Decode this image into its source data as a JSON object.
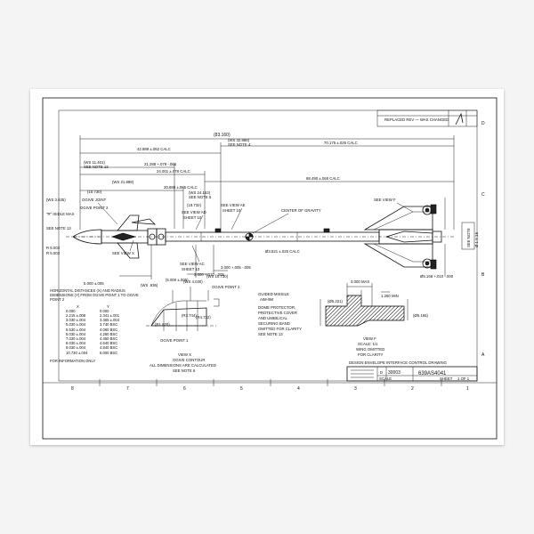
{
  "drawing": {
    "title": "DESIGN ENVELOPE INTERFACE CONTROL DRAWING",
    "number": "639AS4041",
    "cage": "30003",
    "size": "D",
    "scale_label": "SCALE",
    "sheet_label": "SHEET",
    "sheet_value": "1 OF 1",
    "revision_note": "REPLACED REV — WAS CHANGED",
    "border_numbers": [
      "8",
      "7",
      "6",
      "5",
      "4",
      "3",
      "2",
      "1"
    ],
    "border_letters": [
      "D",
      "C",
      "B",
      "A"
    ]
  },
  "dimensions": {
    "d1": "(83.160)",
    "d2": "42.889 ±.062 CALC",
    "d3": "(WS 42.889)",
    "d3b": "SEE NOTE 4",
    "d4": "70.175 ±.025 CALC",
    "d5": "(WS 11.401)",
    "d5b": "SEE NOTE 12",
    "d6": "21.288 +.078 -.065",
    "d7": "24.001 ±.078 CALC",
    "d8": "68.490 ±.068 CALC",
    "d9": "(WS 21.888)",
    "d10": "20.888 ±.065 CALC",
    "d11": "(WS 24.153)",
    "d11b": "SEE NOTE 5",
    "d12": "(10.730)",
    "d13": "(18.732)",
    "d14": "5.000 ±.005",
    "d15": "(5.000 ±.005)",
    "d16": "2.000 +.010 -.005",
    "d17": "3.000 +.005 -.005",
    "d18": "Ø3.521 ±.025 CALC",
    "d19": "Ø5.168 +.010 -.000"
  },
  "annotations": {
    "ogive_joint": "OGIVE JOINT",
    "ogive_point2": "OGIVE POINT 2",
    "see_view_ad": "SEE VIEW AD",
    "sheet10_a": "SHEET 10",
    "see_view_ae": "SEE VIEW AE",
    "sheet10_b": "SHEET 10",
    "center_gravity": "CENTER OF GRAVITY",
    "see_view_f": "SEE VIEW F",
    "see_view_x": "SEE VIEW X",
    "see_view_ac": "SEE VIEW AC",
    "sheet10_c": "SHEET 10",
    "left_dim_a": "R 5.003",
    "left_dim_b": "R 5.003",
    "left_note13": "SEE NOTE 13",
    "left_rad": "\"R\" ISIDLE MAX",
    "left_ws": "(WS 3.635)"
  },
  "radial_table": {
    "intro": "HORIZONTAL DISTANCES (X) AND RADIUS DIMENSIONS (Y) FROM OGIVE POINT 1 TO OGIVE POINT 2",
    "col_x": "X",
    "col_y": "Y",
    "rows": [
      [
        "0.000",
        "0.000"
      ],
      [
        "2.215 ±.008",
        "2.341 ±.001"
      ],
      [
        "3.030 ±.004",
        "3.465 ±.004"
      ],
      [
        "5.030 ±.004",
        "3.740 BSC"
      ],
      [
        "5.530 ±.004",
        "4.060 BSC"
      ],
      [
        "6.030 ±.004",
        "4.260 BSC"
      ],
      [
        "7.030 ±.004",
        "4.450 BSC"
      ],
      [
        "8.030 ±.004",
        "4.640 BSC"
      ],
      [
        "9.030 ±.004",
        "4.840 BSC"
      ],
      [
        "10.730 ±.004",
        "5.000 BSC"
      ]
    ],
    "footnote": "FOR INFORMATION ONLY"
  },
  "view_x": {
    "title": "VIEW X",
    "subtitle": "OGIVE CONTOUR",
    "note1": "ALL DIMENSIONS ARE CALCULATED",
    "note2": "SEE NOTE 6",
    "ws1": "(WS .936)",
    "ws2": "(WS 4.030)",
    "ws3": "(WS 10.730)",
    "pt2": "OGIVE POINT 2",
    "pt1": "OGIVE POINT 1",
    "r1": "(R1.820)",
    "r2": "(R3.744)",
    "r3": "(R4.732)"
  },
  "guided_missile": {
    "l1": "GUIDED MISSILE",
    "l2": "AIM-9M",
    "l3": "DOME PROTECTOR,",
    "l4": "PROTECTIVE COVER",
    "l5": "AND UMBILICAL",
    "l6": "SECURING BAND",
    "l7": "OMITTED FOR CLARITY",
    "l8": "SEE NOTE 13"
  },
  "view_f": {
    "title": "VIEW F",
    "scale": "SCALE: 1/1",
    "note1": "WING OMITTED",
    "note2": "FOR CLARITY",
    "d1": "3.000 MAX",
    "d2": "1.250 MIN",
    "d3": "(Ø5.221)",
    "d4": "(Ø5.165)"
  },
  "side_note": {
    "s1": "SEE NOTE",
    "s2": "Ø 1 X 15"
  },
  "colors": {
    "paper": "#ffffff",
    "background": "#f4f4f4",
    "ink": "#111111"
  }
}
